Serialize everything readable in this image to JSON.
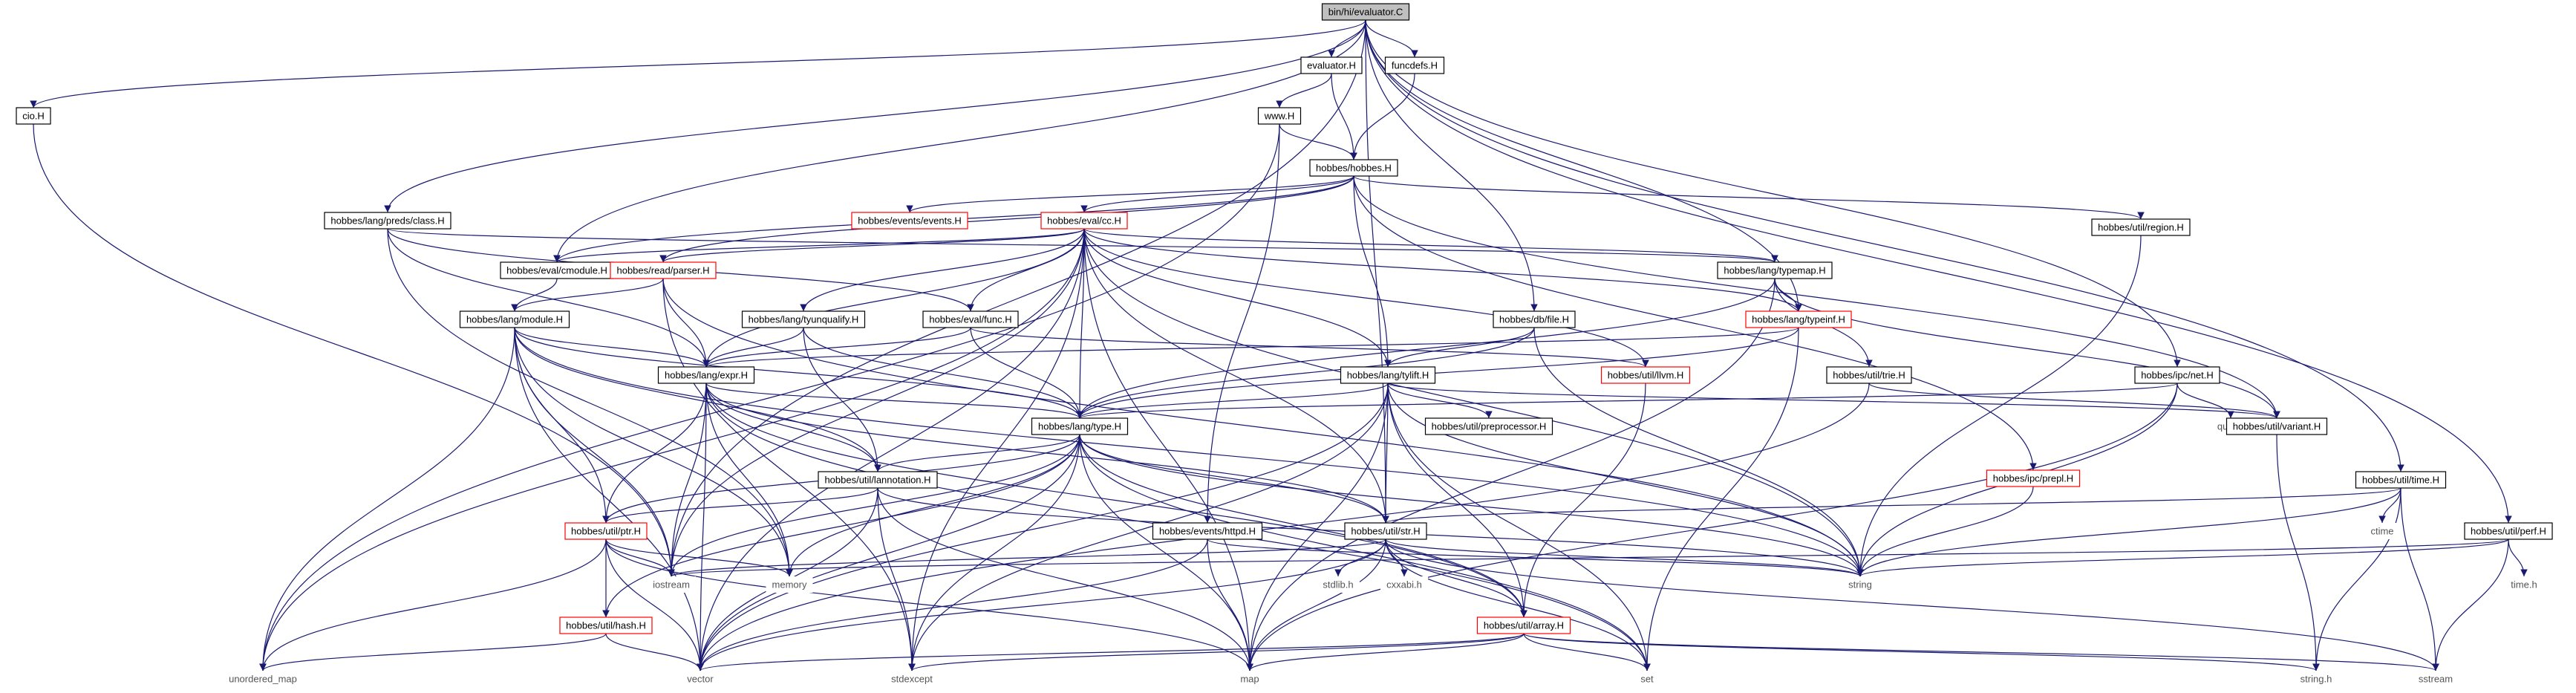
{
  "graph": {
    "colors": {
      "edge": "#191970",
      "node_border": "#000000",
      "broken_border": "#ff0000",
      "root_fill": "#bfbfbf",
      "background": "#ffffff"
    },
    "root": "bin/hi/evaluator.C",
    "nodes": [
      {
        "id": "root",
        "label": "bin/hi/evaluator.C",
        "kind": "root"
      },
      {
        "id": "cio",
        "label": "cio.H",
        "kind": "local"
      },
      {
        "id": "evaluator",
        "label": "evaluator.H",
        "kind": "local"
      },
      {
        "id": "funcdefs",
        "label": "funcdefs.H",
        "kind": "local"
      },
      {
        "id": "www",
        "label": "www.H",
        "kind": "local"
      },
      {
        "id": "hobbes",
        "label": "hobbes/hobbes.H",
        "kind": "local"
      },
      {
        "id": "preds_class",
        "label": "hobbes/lang/preds/class.H",
        "kind": "local"
      },
      {
        "id": "events",
        "label": "hobbes/events/events.H",
        "kind": "broken"
      },
      {
        "id": "evalcc",
        "label": "hobbes/eval/cc.H",
        "kind": "broken"
      },
      {
        "id": "region",
        "label": "hobbes/util/region.H",
        "kind": "local"
      },
      {
        "id": "cmodule",
        "label": "hobbes/eval/cmodule.H",
        "kind": "local"
      },
      {
        "id": "parser",
        "label": "hobbes/read/parser.H",
        "kind": "broken"
      },
      {
        "id": "typemap",
        "label": "hobbes/lang/typemap.H",
        "kind": "local"
      },
      {
        "id": "module",
        "label": "hobbes/lang/module.H",
        "kind": "local"
      },
      {
        "id": "tyunqualify",
        "label": "hobbes/lang/tyunqualify.H",
        "kind": "local"
      },
      {
        "id": "evalfunc",
        "label": "hobbes/eval/func.H",
        "kind": "local"
      },
      {
        "id": "dbfile",
        "label": "hobbes/db/file.H",
        "kind": "local"
      },
      {
        "id": "typeinf",
        "label": "hobbes/lang/typeinf.H",
        "kind": "broken"
      },
      {
        "id": "llvm",
        "label": "hobbes/util/llvm.H",
        "kind": "broken"
      },
      {
        "id": "expr",
        "label": "hobbes/lang/expr.H",
        "kind": "local"
      },
      {
        "id": "tylift",
        "label": "hobbes/lang/tylift.H",
        "kind": "local"
      },
      {
        "id": "trie",
        "label": "hobbes/util/trie.H",
        "kind": "local"
      },
      {
        "id": "ipcnet",
        "label": "hobbes/ipc/net.H",
        "kind": "local"
      },
      {
        "id": "type",
        "label": "hobbes/lang/type.H",
        "kind": "local"
      },
      {
        "id": "preprocessor",
        "label": "hobbes/util/preprocessor.H",
        "kind": "local"
      },
      {
        "id": "queue",
        "label": "queue",
        "kind": "system"
      },
      {
        "id": "variant",
        "label": "hobbes/util/variant.H",
        "kind": "local"
      },
      {
        "id": "annotation",
        "label": "hobbes/util/lannotation.H",
        "kind": "local"
      },
      {
        "id": "prepl",
        "label": "hobbes/ipc/prepl.H",
        "kind": "broken"
      },
      {
        "id": "time",
        "label": "hobbes/util/time.H",
        "kind": "local"
      },
      {
        "id": "ptr",
        "label": "hobbes/util/ptr.H",
        "kind": "broken"
      },
      {
        "id": "httpd",
        "label": "hobbes/events/httpd.H",
        "kind": "local"
      },
      {
        "id": "str",
        "label": "hobbes/util/str.H",
        "kind": "local"
      },
      {
        "id": "ctime",
        "label": "ctime",
        "kind": "system"
      },
      {
        "id": "perf",
        "label": "hobbes/util/perf.H",
        "kind": "local"
      },
      {
        "id": "iostream",
        "label": "iostream",
        "kind": "system"
      },
      {
        "id": "memory",
        "label": "memory",
        "kind": "system"
      },
      {
        "id": "string",
        "label": "string",
        "kind": "system"
      },
      {
        "id": "timeh",
        "label": "time.h",
        "kind": "system"
      },
      {
        "id": "hash",
        "label": "hobbes/util/hash.H",
        "kind": "broken"
      },
      {
        "id": "stdlib",
        "label": "stdlib.h",
        "kind": "system"
      },
      {
        "id": "cxxabi",
        "label": "cxxabi.h",
        "kind": "system"
      },
      {
        "id": "array",
        "label": "hobbes/util/array.H",
        "kind": "broken"
      },
      {
        "id": "unordered_map",
        "label": "unordered_map",
        "kind": "system"
      },
      {
        "id": "vector",
        "label": "vector",
        "kind": "system"
      },
      {
        "id": "stdexcept",
        "label": "stdexcept",
        "kind": "system"
      },
      {
        "id": "map",
        "label": "map",
        "kind": "system"
      },
      {
        "id": "set",
        "label": "set",
        "kind": "system"
      },
      {
        "id": "stringh",
        "label": "string.h",
        "kind": "system"
      },
      {
        "id": "sstream",
        "label": "sstream",
        "kind": "system"
      }
    ],
    "edges": [
      [
        "root",
        "cio"
      ],
      [
        "root",
        "evaluator"
      ],
      [
        "root",
        "funcdefs"
      ],
      [
        "root",
        "preds_class"
      ],
      [
        "root",
        "cmodule"
      ],
      [
        "root",
        "dbfile"
      ],
      [
        "root",
        "ipcnet"
      ],
      [
        "root",
        "time"
      ],
      [
        "root",
        "perf"
      ],
      [
        "root",
        "str"
      ],
      [
        "root",
        "iostream"
      ],
      [
        "root",
        "typeinf"
      ],
      [
        "cio",
        "iostream"
      ],
      [
        "evaluator",
        "www"
      ],
      [
        "evaluator",
        "hobbes"
      ],
      [
        "funcdefs",
        "hobbes"
      ],
      [
        "www",
        "hobbes"
      ],
      [
        "www",
        "httpd"
      ],
      [
        "www",
        "unordered_map"
      ],
      [
        "hobbes",
        "events"
      ],
      [
        "hobbes",
        "evalcc"
      ],
      [
        "hobbes",
        "region"
      ],
      [
        "hobbes",
        "cmodule"
      ],
      [
        "hobbes",
        "parser"
      ],
      [
        "hobbes",
        "tylift"
      ],
      [
        "hobbes",
        "variant"
      ],
      [
        "hobbes",
        "prepl"
      ],
      [
        "preds_class",
        "typemap"
      ],
      [
        "preds_class",
        "expr"
      ],
      [
        "preds_class",
        "memory"
      ],
      [
        "preds_class",
        "evalfunc"
      ],
      [
        "evalcc",
        "parser"
      ],
      [
        "evalcc",
        "typemap"
      ],
      [
        "evalcc",
        "tyunqualify"
      ],
      [
        "evalcc",
        "evalfunc"
      ],
      [
        "evalcc",
        "typeinf"
      ],
      [
        "evalcc",
        "llvm"
      ],
      [
        "evalcc",
        "expr"
      ],
      [
        "evalcc",
        "tylift"
      ],
      [
        "evalcc",
        "type"
      ],
      [
        "evalcc",
        "str"
      ],
      [
        "evalcc",
        "string"
      ],
      [
        "evalcc",
        "iostream"
      ],
      [
        "evalcc",
        "vector"
      ],
      [
        "evalcc",
        "unordered_map"
      ],
      [
        "evalcc",
        "map"
      ],
      [
        "evalcc",
        "stdexcept"
      ],
      [
        "evalcc",
        "cmodule"
      ],
      [
        "region",
        "string"
      ],
      [
        "cmodule",
        "module"
      ],
      [
        "parser",
        "module"
      ],
      [
        "parser",
        "expr"
      ],
      [
        "parser",
        "stdexcept"
      ],
      [
        "parser",
        "string"
      ],
      [
        "typemap",
        "typeinf"
      ],
      [
        "typemap",
        "trie"
      ],
      [
        "typemap",
        "variant"
      ],
      [
        "typemap",
        "type"
      ],
      [
        "typemap",
        "map"
      ],
      [
        "module",
        "expr"
      ],
      [
        "module",
        "type"
      ],
      [
        "module",
        "annotation"
      ],
      [
        "module",
        "ptr"
      ],
      [
        "module",
        "iostream"
      ],
      [
        "module",
        "memory"
      ],
      [
        "module",
        "vector"
      ],
      [
        "module",
        "unordered_map"
      ],
      [
        "module",
        "string"
      ],
      [
        "tyunqualify",
        "expr"
      ],
      [
        "tyunqualify",
        "type"
      ],
      [
        "tyunqualify",
        "annotation"
      ],
      [
        "evalfunc",
        "expr"
      ],
      [
        "evalfunc",
        "type"
      ],
      [
        "evalfunc",
        "llvm"
      ],
      [
        "dbfile",
        "tylift"
      ],
      [
        "dbfile",
        "type"
      ],
      [
        "dbfile",
        "string"
      ],
      [
        "typeinf",
        "expr"
      ],
      [
        "typeinf",
        "type"
      ],
      [
        "typeinf",
        "set"
      ],
      [
        "llvm",
        "array"
      ],
      [
        "expr",
        "type"
      ],
      [
        "expr",
        "annotation"
      ],
      [
        "expr",
        "ptr"
      ],
      [
        "expr",
        "array"
      ],
      [
        "expr",
        "str"
      ],
      [
        "expr",
        "iostream"
      ],
      [
        "expr",
        "memory"
      ],
      [
        "expr",
        "vector"
      ],
      [
        "expr",
        "set"
      ],
      [
        "tylift",
        "type"
      ],
      [
        "tylift",
        "preprocessor"
      ],
      [
        "tylift",
        "variant"
      ],
      [
        "tylift",
        "str"
      ],
      [
        "tylift",
        "array"
      ],
      [
        "tylift",
        "vector"
      ],
      [
        "tylift",
        "map"
      ],
      [
        "tylift",
        "stdexcept"
      ],
      [
        "tylift",
        "string"
      ],
      [
        "tylift",
        "set"
      ],
      [
        "trie",
        "variant"
      ],
      [
        "trie",
        "vector"
      ],
      [
        "ipcnet",
        "type"
      ],
      [
        "ipcnet",
        "queue"
      ],
      [
        "ipcnet",
        "string"
      ],
      [
        "ipcnet",
        "map"
      ],
      [
        "type",
        "annotation"
      ],
      [
        "type",
        "ptr"
      ],
      [
        "type",
        "hash"
      ],
      [
        "type",
        "str"
      ],
      [
        "type",
        "array"
      ],
      [
        "type",
        "memory"
      ],
      [
        "type",
        "vector"
      ],
      [
        "type",
        "map"
      ],
      [
        "type",
        "stdexcept"
      ],
      [
        "type",
        "set"
      ],
      [
        "type",
        "string"
      ],
      [
        "type",
        "iostream"
      ],
      [
        "variant",
        "stringh"
      ],
      [
        "annotation",
        "ptr"
      ],
      [
        "annotation",
        "string"
      ],
      [
        "annotation",
        "vector"
      ],
      [
        "annotation",
        "map"
      ],
      [
        "annotation",
        "stdexcept"
      ],
      [
        "prepl",
        "string"
      ],
      [
        "time",
        "ctime"
      ],
      [
        "time",
        "string"
      ],
      [
        "time",
        "stringh"
      ],
      [
        "time",
        "sstream"
      ],
      [
        "time",
        "str"
      ],
      [
        "ptr",
        "hash"
      ],
      [
        "ptr",
        "memory"
      ],
      [
        "ptr",
        "iostream"
      ],
      [
        "ptr",
        "vector"
      ],
      [
        "ptr",
        "unordered_map"
      ],
      [
        "ptr",
        "map"
      ],
      [
        "httpd",
        "vector"
      ],
      [
        "httpd",
        "map"
      ],
      [
        "httpd",
        "string"
      ],
      [
        "str",
        "array"
      ],
      [
        "str",
        "stdlib"
      ],
      [
        "str",
        "cxxabi"
      ],
      [
        "str",
        "vector"
      ],
      [
        "str",
        "map"
      ],
      [
        "str",
        "set"
      ],
      [
        "str",
        "string"
      ],
      [
        "str",
        "sstream"
      ],
      [
        "str",
        "iostream"
      ],
      [
        "perf",
        "timeh"
      ],
      [
        "perf",
        "sstream"
      ],
      [
        "perf",
        "string"
      ],
      [
        "perf",
        "iostream"
      ],
      [
        "hash",
        "vector"
      ],
      [
        "hash",
        "unordered_map"
      ],
      [
        "array",
        "vector"
      ],
      [
        "array",
        "map"
      ],
      [
        "array",
        "set"
      ],
      [
        "array",
        "stdexcept"
      ],
      [
        "array",
        "stringh"
      ],
      [
        "array",
        "sstream"
      ]
    ]
  }
}
